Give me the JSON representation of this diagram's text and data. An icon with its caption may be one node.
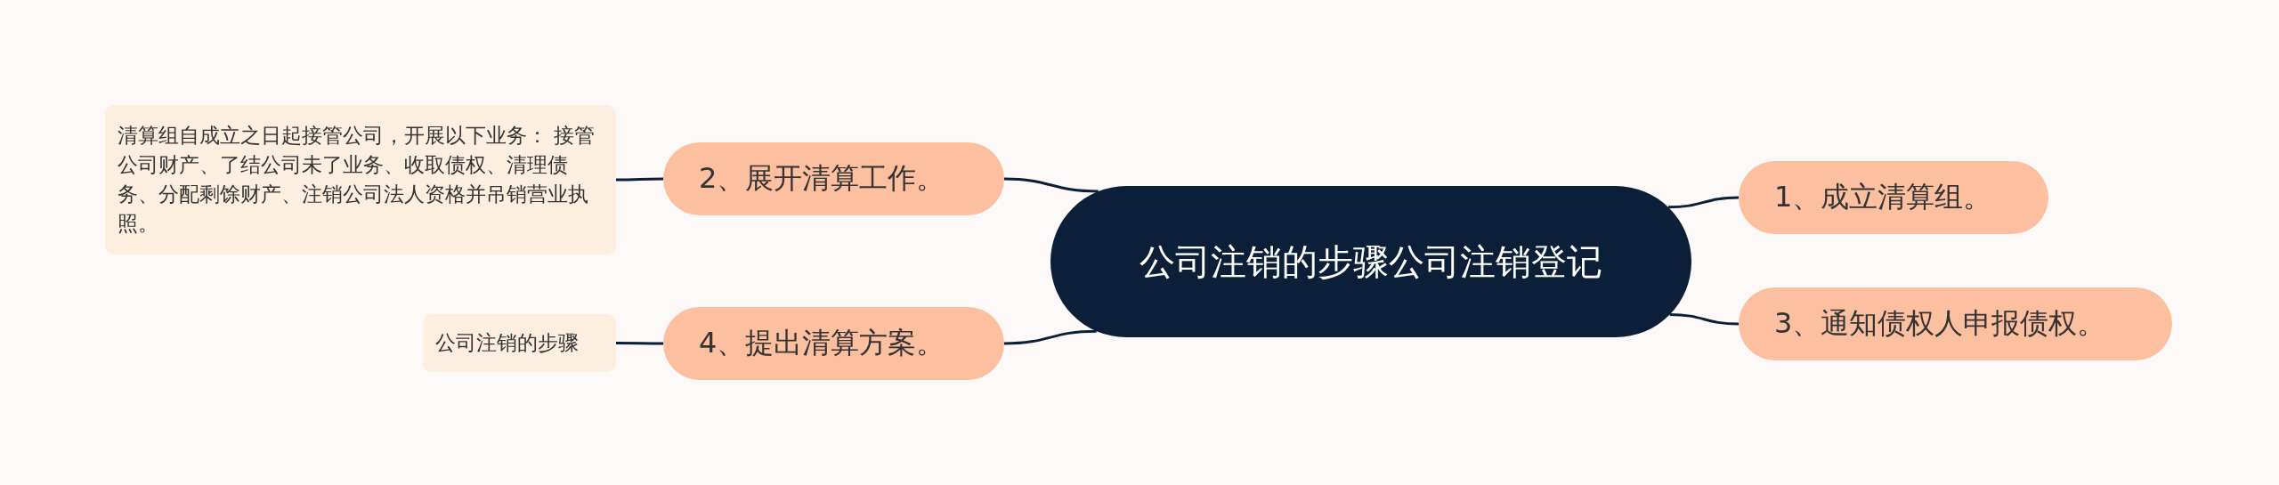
{
  "diagram": {
    "nodes": [
      {
        "text": [
          "公司注销的步骤公司注销登记"
        ]
      },
      {
        "text": [
          "1、成立清算组。"
        ]
      },
      {
        "text": [
          "2、展开清算工作。"
        ]
      },
      {
        "text": [
          "3、通知债权人申报债权。"
        ]
      },
      {
        "text": [
          "4、提出清算方案。"
        ]
      },
      {
        "text": [
          "清算组自成立之日起接管公司，开展以下业务： 接管公司财产、了结公司未了业务、收取债权、清理债务、分配剩馀财产、注销公司法人资格并吊销营业执照。"
        ]
      },
      {
        "text": [
          "公司注销的步骤"
        ]
      }
    ],
    "edges": [
      {
        "from": 0,
        "to": 1,
        "arrow": "none"
      },
      {
        "from": 0,
        "to": 2,
        "arrow": "none"
      },
      {
        "from": 0,
        "to": 3,
        "arrow": "none"
      },
      {
        "from": 0,
        "to": 4,
        "arrow": "none"
      },
      {
        "from": 2,
        "to": 5,
        "arrow": "none"
      },
      {
        "from": 4,
        "to": 6,
        "arrow": "none"
      }
    ]
  }
}
